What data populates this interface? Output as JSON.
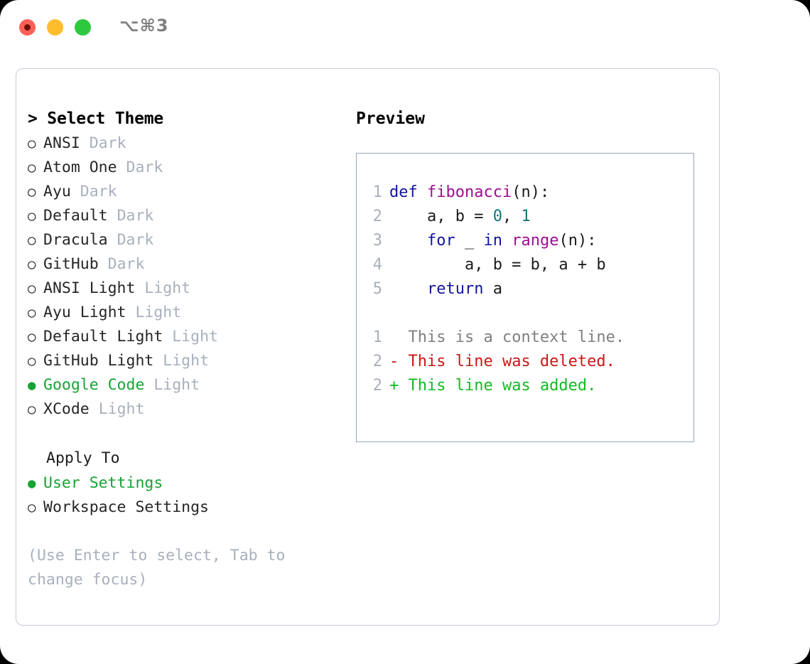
{
  "titlebar": {
    "shortcut": "⌥⌘3",
    "buttons": {
      "close": "close",
      "minimize": "minimize",
      "maximize": "maximize"
    }
  },
  "theme_panel": {
    "header": "> Select Theme",
    "items": [
      {
        "bullet": "○",
        "name": "ANSI",
        "kind": "Dark",
        "selected": false
      },
      {
        "bullet": "○",
        "name": "Atom One",
        "kind": "Dark",
        "selected": false
      },
      {
        "bullet": "○",
        "name": "Ayu",
        "kind": "Dark",
        "selected": false
      },
      {
        "bullet": "○",
        "name": "Default",
        "kind": "Dark",
        "selected": false
      },
      {
        "bullet": "○",
        "name": "Dracula",
        "kind": "Dark",
        "selected": false
      },
      {
        "bullet": "○",
        "name": "GitHub",
        "kind": "Dark",
        "selected": false
      },
      {
        "bullet": "○",
        "name": "ANSI Light",
        "kind": "Light",
        "selected": false
      },
      {
        "bullet": "○",
        "name": "Ayu Light",
        "kind": "Light",
        "selected": false
      },
      {
        "bullet": "○",
        "name": "Default Light",
        "kind": "Light",
        "selected": false
      },
      {
        "bullet": "○",
        "name": "GitHub Light",
        "kind": "Light",
        "selected": false
      },
      {
        "bullet": "●",
        "name": "Google Code",
        "kind": "Light",
        "selected": true
      },
      {
        "bullet": "○",
        "name": "XCode",
        "kind": "Light",
        "selected": false
      }
    ]
  },
  "apply_to": {
    "header": "Apply To",
    "items": [
      {
        "bullet": "●",
        "label": "User Settings",
        "selected": true
      },
      {
        "bullet": "○",
        "label": "Workspace Settings",
        "selected": false
      }
    ]
  },
  "hint": "(Use Enter to select, Tab to change focus)",
  "preview": {
    "header": "Preview",
    "code_lines": [
      {
        "number": "1",
        "tokens": [
          {
            "text": "def ",
            "type": "kw"
          },
          {
            "text": "fibonacci",
            "type": "fn"
          },
          {
            "text": "(n):",
            "type": "plain"
          }
        ]
      },
      {
        "number": "2",
        "tokens": [
          {
            "text": "    a, b = ",
            "type": "plain"
          },
          {
            "text": "0",
            "type": "num"
          },
          {
            "text": ", ",
            "type": "plain"
          },
          {
            "text": "1",
            "type": "num"
          }
        ]
      },
      {
        "number": "3",
        "tokens": [
          {
            "text": "    ",
            "type": "plain"
          },
          {
            "text": "for",
            "type": "kw"
          },
          {
            "text": " _ ",
            "type": "plain"
          },
          {
            "text": "in",
            "type": "kw"
          },
          {
            "text": " ",
            "type": "plain"
          },
          {
            "text": "range",
            "type": "fn"
          },
          {
            "text": "(n):",
            "type": "plain"
          }
        ]
      },
      {
        "number": "4",
        "tokens": [
          {
            "text": "        a, b = b, a + b",
            "type": "plain"
          }
        ]
      },
      {
        "number": "5",
        "tokens": [
          {
            "text": "    ",
            "type": "plain"
          },
          {
            "text": "return",
            "type": "kw"
          },
          {
            "text": " a",
            "type": "plain"
          }
        ]
      }
    ],
    "diff_lines": [
      {
        "number": "1",
        "marker": " ",
        "text": "This is a context line.",
        "type": "ctx"
      },
      {
        "number": "2",
        "marker": "-",
        "text": "This line was deleted.",
        "type": "del"
      },
      {
        "number": "2",
        "marker": "+",
        "text": "This line was added.",
        "type": "add"
      }
    ]
  },
  "colors": {
    "accent_green": "#17a333",
    "muted_gray": "#a8b0bd",
    "keyword_blue": "#1414a0",
    "function_magenta": "#9c0f8f",
    "number_teal": "#11787a",
    "diff_delete_red": "#cc1616",
    "diff_add_green": "#11bb22",
    "panel_border": "#c5cbd6",
    "preview_border": "#9aa6b8"
  }
}
